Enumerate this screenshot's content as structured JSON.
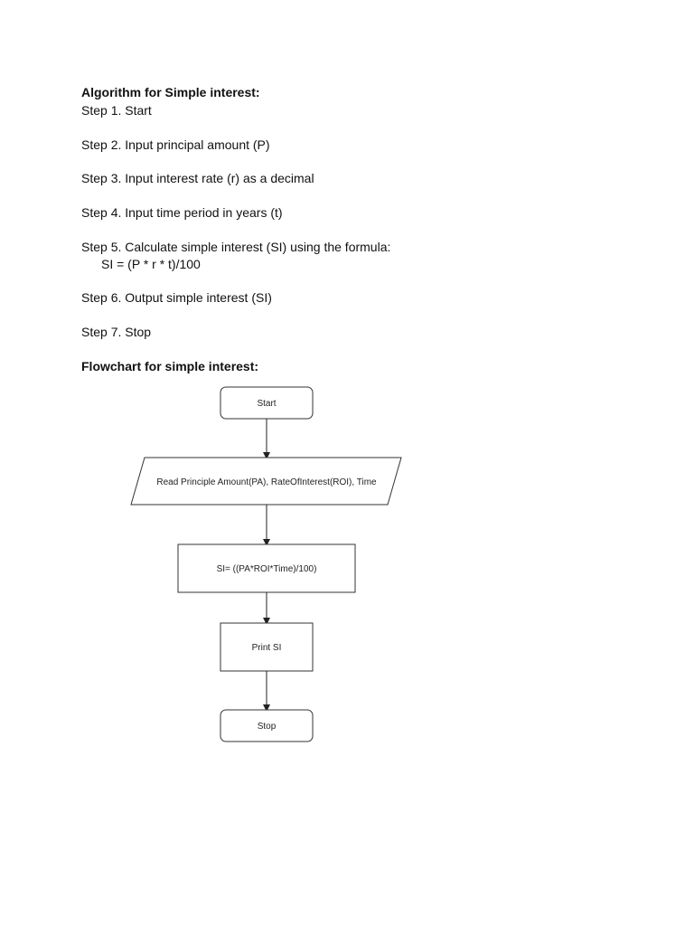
{
  "algorithm": {
    "title": "Algorithm for Simple interest:",
    "steps": [
      "Step 1. Start",
      "Step 2. Input principal amount (P)",
      "Step 3. Input interest rate (r) as a decimal",
      "Step 4. Input time period in years (t)",
      "Step 5. Calculate simple interest (SI) using the formula:",
      "Step 6. Output simple interest (SI)",
      "Step 7. Stop"
    ],
    "formula": "SI = (P * r * t)/100"
  },
  "flowchart": {
    "title": "Flowchart for simple interest:",
    "nodes": {
      "start": "Start",
      "input": "Read Principle Amount(PA), RateOfInterest(ROI), Time",
      "process": "SI= ((PA*ROI*Time)/100)",
      "output": "Print SI",
      "stop": "Stop"
    }
  }
}
